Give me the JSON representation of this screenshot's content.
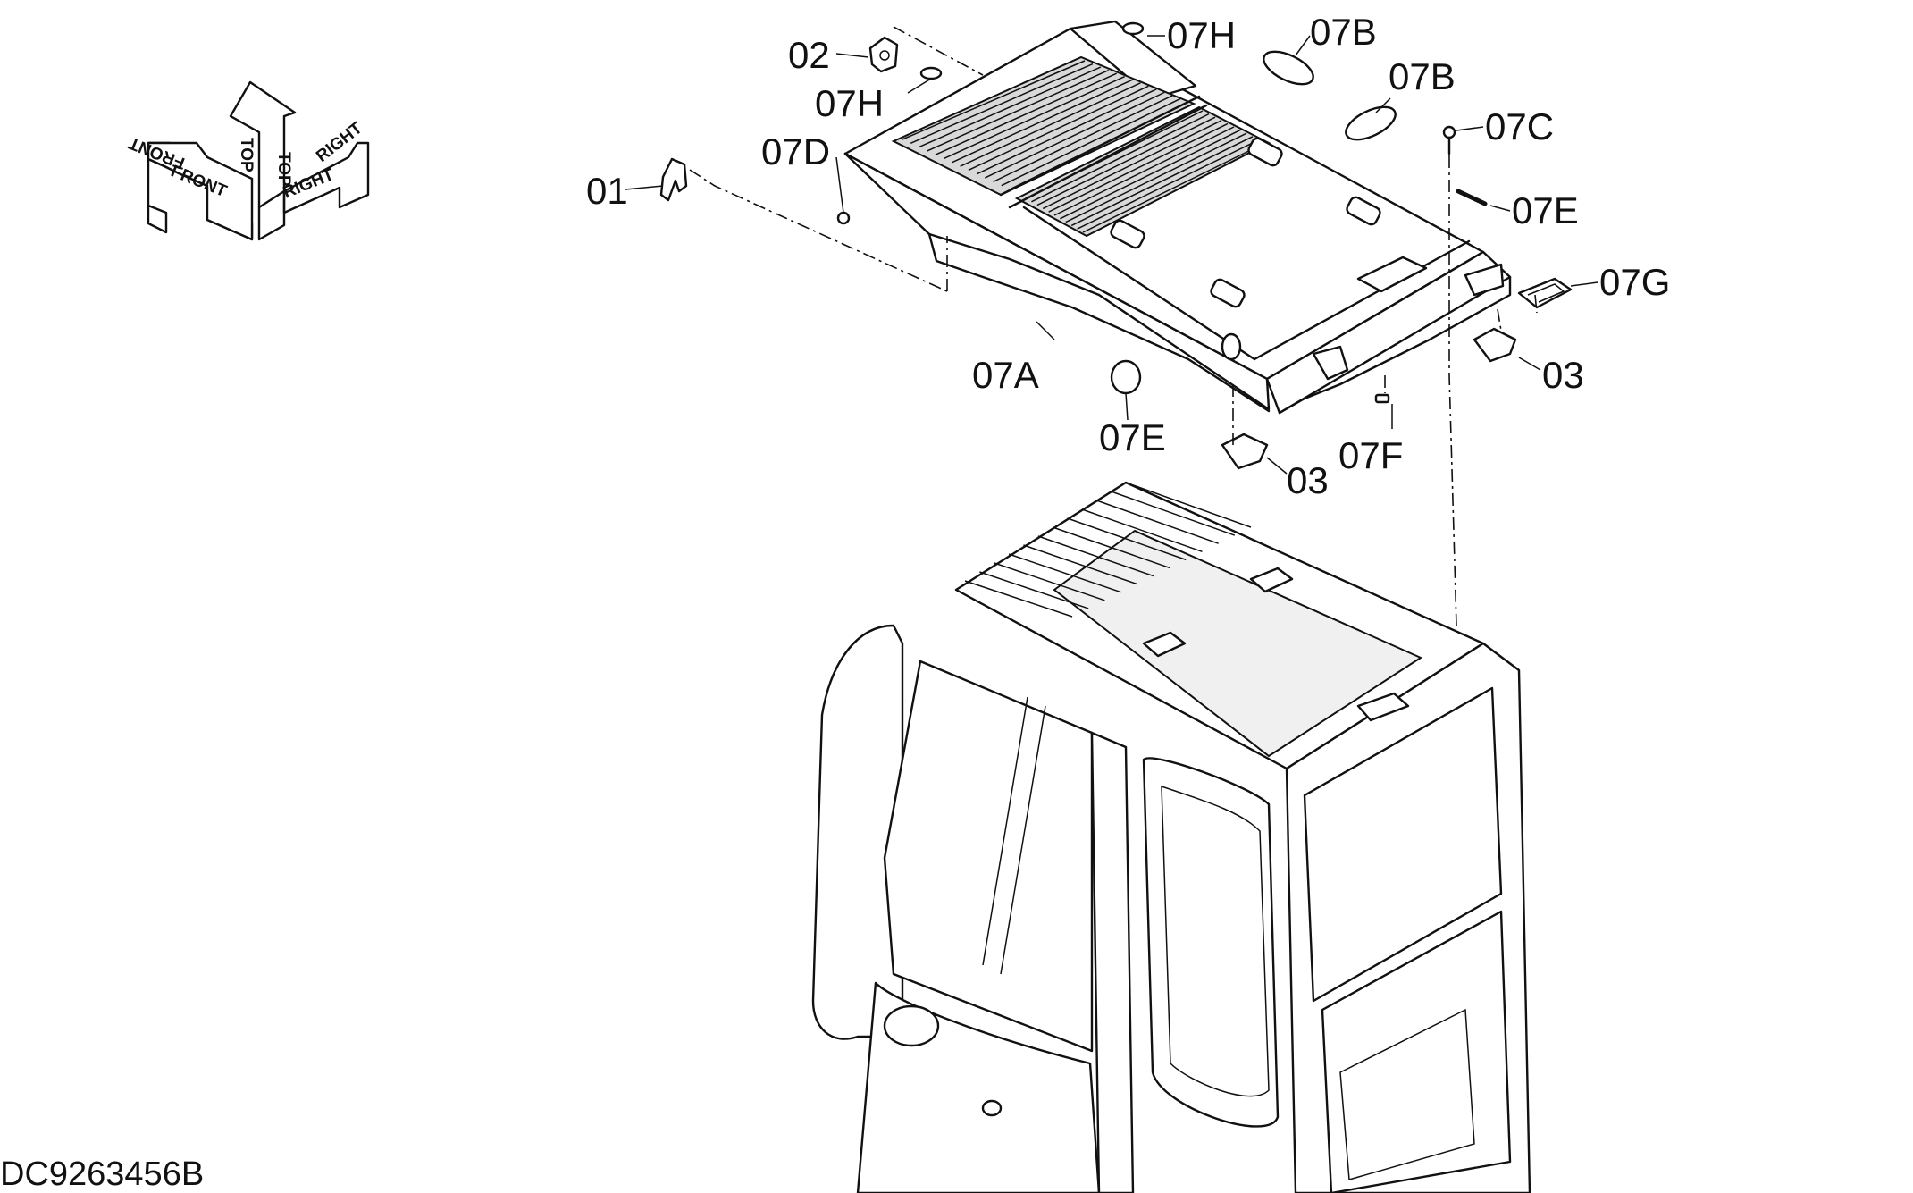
{
  "drawing_code": "DC9263456B",
  "orientation": {
    "front": "FRONT",
    "top": "TOP",
    "right": "RIGHT"
  },
  "callouts": [
    {
      "id": "01",
      "text": "01"
    },
    {
      "id": "02",
      "text": "02"
    },
    {
      "id": "03a",
      "text": "03"
    },
    {
      "id": "03b",
      "text": "03"
    },
    {
      "id": "07A",
      "text": "07A"
    },
    {
      "id": "07B1",
      "text": "07B"
    },
    {
      "id": "07B2",
      "text": "07B"
    },
    {
      "id": "07C",
      "text": "07C"
    },
    {
      "id": "07D",
      "text": "07D"
    },
    {
      "id": "07E1",
      "text": "07E"
    },
    {
      "id": "07E2",
      "text": "07E"
    },
    {
      "id": "07F",
      "text": "07F"
    },
    {
      "id": "07G",
      "text": "07G"
    },
    {
      "id": "07H1",
      "text": "07H"
    },
    {
      "id": "07H2",
      "text": "07H"
    }
  ]
}
